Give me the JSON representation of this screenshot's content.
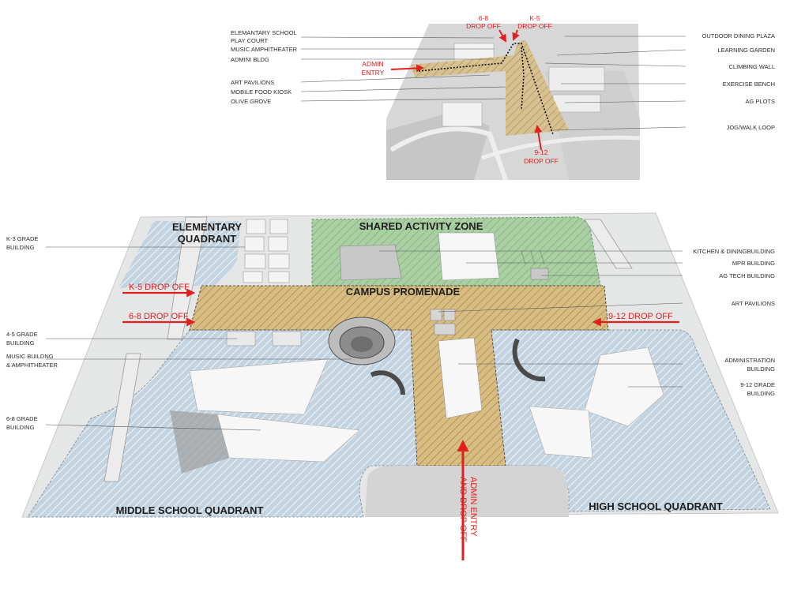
{
  "inset": {
    "labels_left": [
      "ELEMANTARY SCHOOL",
      "PLAY COURT",
      "MUSIC AMPHITHEATER",
      "ADMINI BLDG",
      "ART PAVILIONS",
      "MOBILE FOOD KIOSK",
      "OLIVE GROVE"
    ],
    "labels_right": [
      "OUTDOOR DINING PLAZA",
      "LEARNING GARDEN",
      "CLIMBING WALL",
      "EXERCISE BENCH",
      "AG PLOTS",
      "JOG/WALK LOOP"
    ],
    "drop_68": [
      "6-8",
      "DROP OFF"
    ],
    "drop_k5": [
      "K-5",
      "DROP OFF"
    ],
    "admin_entry": [
      "ADMIN",
      "ENTRY"
    ],
    "drop_912": [
      "9-12",
      "DROP OFF"
    ]
  },
  "plan": {
    "quadrants": {
      "elementary": [
        "ELEMENTARY",
        "QUADRANT"
      ],
      "shared": "SHARED ACTIVITY ZONE",
      "promenade": "CAMPUS PROMENADE",
      "middle": "MIDDLE SCHOOL QUADRANT",
      "high": "HIGH SCHOOL QUADRANT"
    },
    "left_labels": {
      "k3": [
        "K-3 GRADE",
        "BUILDING"
      ],
      "g45": [
        "4-5 GRADE",
        "BUILDING"
      ],
      "music": [
        "MUSIC BUILDNG",
        "& AMPHITHEATER"
      ],
      "g68": [
        "6-8 GRADE",
        "BUILDING"
      ]
    },
    "right_labels": {
      "kitchen": "KITCHEN & DININGBUILDING",
      "mpr": "MPR BUILDING",
      "agtech": "AG TECH BUILDING",
      "art": "ART PAVILIONS",
      "admin": [
        "ADMINISTRATION",
        "BUILDING"
      ],
      "g912": [
        "9-12 GRADE",
        "BUILDING"
      ]
    },
    "drops": {
      "k5": "K-5 DROP OFF",
      "g68": "6-8 DROP OFF",
      "g912": "9-12 DROP OFF",
      "admin": [
        "ADMIN ENTRY",
        "AND DROP OFF"
      ]
    }
  },
  "colors": {
    "promenade": "#c9a96b",
    "shared": "#9fc39a",
    "quadrant": "#a9bfd0",
    "arrow": "#e0201f"
  }
}
